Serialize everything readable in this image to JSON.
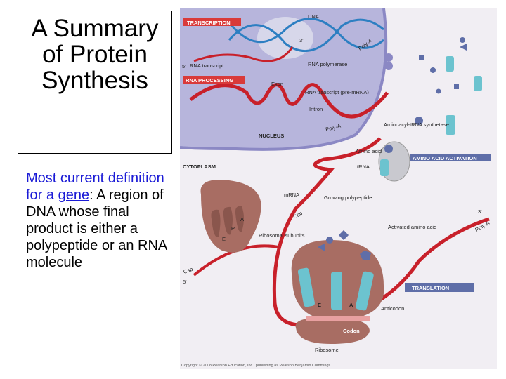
{
  "slide": {
    "title": "A Summary of Protein Synthesis",
    "bullet_term": "gene",
    "bullet_prefix": "Most current definition for a ",
    "bullet_rest": ": A region of DNA whose final product is either a polypeptide or an RNA molecule"
  },
  "figure": {
    "labels": {
      "transcription": "TRANSCRIPTION",
      "dna": "DNA",
      "three_prime_top": "3'",
      "five_prime_top": "5'",
      "rna_transcript": "RNA transcript",
      "rna_polymerase": "RNA polymerase",
      "rna_processing": "RNA PROCESSING",
      "exon": "Exon",
      "rna_transcript_pre": "RNA transcript (pre-mRNA)",
      "intron": "Intron",
      "nucleus": "NUCLEUS",
      "poly_a_1": "Poly-A",
      "poly_a_2": "Poly-A",
      "poly_a_3": "Poly-A",
      "aminoacyl_trna_synthetase": "Aminoacyl-tRNA synthetase",
      "amino_acid": "Amino acid",
      "trna": "tRNA",
      "amino_acid_activation": "AMINO ACID ACTIVATION",
      "cytoplasm": "CYTOPLASM",
      "mrna": "mRNA",
      "growing_polypeptide": "Growing polypeptide",
      "three_prime_right": "3'",
      "cap_1": "Cap",
      "cap_2": "Cap",
      "activated_amino_acid": "Activated amino acid",
      "ribosomal_subunits": "Ribosomal subunits",
      "five_prime_bottom": "5'",
      "translation": "TRANSLATION",
      "site_e": "E",
      "site_a": "A",
      "sub_a": "A",
      "sub_p": "P",
      "sub_e": "E",
      "anticodon": "Anticodon",
      "codon": "Codon",
      "ribosome": "Ribosome"
    },
    "copyright": "Copyright © 2008 Pearson Education, Inc., publishing as Pearson Benjamin Cummings."
  },
  "colors": {
    "nucleus": "#b7b5dc",
    "cytoplasm_bg": "#f1eef3",
    "mrna": "#c8202a",
    "ribosome": "#a86d63",
    "trna": "#6cc3cf",
    "label_box_red": "#d93a3a",
    "label_box_blue": "#5f6ea8",
    "bullet_text": "#1b1bd6"
  }
}
